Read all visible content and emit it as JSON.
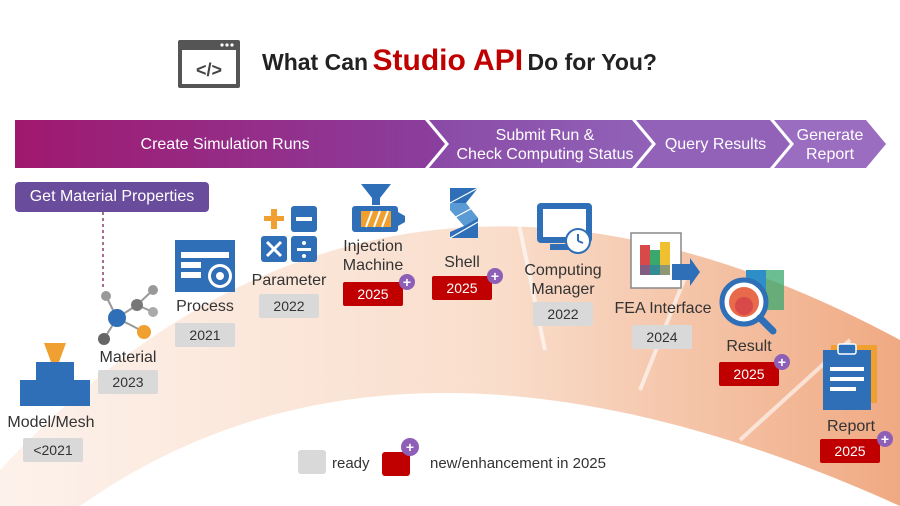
{
  "header": {
    "title_part1": "What Can",
    "title_brand": "Studio API",
    "title_part2": "Do for You?",
    "icon": "code-window-icon"
  },
  "flow_arrows": [
    {
      "label_line1": "Create Simulation Runs",
      "label_line2": ""
    },
    {
      "label_line1": "Submit Run &",
      "label_line2": "Check Computing Status"
    },
    {
      "label_line1": "Query Results",
      "label_line2": ""
    },
    {
      "label_line1": "Generate",
      "label_line2": "Report"
    }
  ],
  "material_properties_label": "Get Material Properties",
  "stages": [
    {
      "label_line1": "Model/Mesh",
      "label_line2": "",
      "year": "<2021",
      "status": "ready",
      "icon": "model-mesh-icon"
    },
    {
      "label_line1": "Material",
      "label_line2": "",
      "year": "2023",
      "status": "ready",
      "icon": "material-molecule-icon"
    },
    {
      "label_line1": "Process",
      "label_line2": "",
      "year": "2021",
      "status": "ready",
      "icon": "process-gear-icon"
    },
    {
      "label_line1": "Parameter",
      "label_line2": "",
      "year": "2022",
      "status": "ready",
      "icon": "parameter-math-icon"
    },
    {
      "label_line1": "Injection",
      "label_line2": "Machine",
      "year": "2025",
      "status": "new",
      "icon": "injection-machine-icon"
    },
    {
      "label_line1": "Shell",
      "label_line2": "",
      "year": "2025",
      "status": "new",
      "icon": "shell-icon"
    },
    {
      "label_line1": "Computing",
      "label_line2": "Manager",
      "year": "2022",
      "status": "ready",
      "icon": "computing-manager-icon"
    },
    {
      "label_line1": "FEA Interface",
      "label_line2": "",
      "year": "2024",
      "status": "ready",
      "icon": "fea-interface-icon"
    },
    {
      "label_line1": "Result",
      "label_line2": "",
      "year": "2025",
      "status": "new",
      "icon": "result-magnifier-icon"
    },
    {
      "label_line1": "Report",
      "label_line2": "",
      "year": "2025",
      "status": "new",
      "icon": "report-document-icon"
    }
  ],
  "legend": {
    "ready_label": "ready",
    "new_label": "new/enhancement in 2025",
    "plus_symbol": "+"
  },
  "colors": {
    "brand_red": "#c00000",
    "arrow_purple_start": "#a0186e",
    "arrow_purple_end": "#8e5fb6",
    "icon_blue": "#2e6fb8",
    "badge_gray": "#d9d9d9"
  }
}
